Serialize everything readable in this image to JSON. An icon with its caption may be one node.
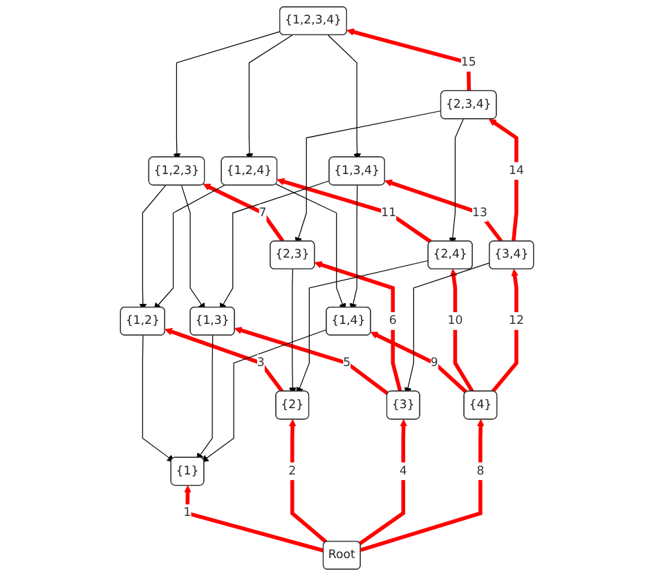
{
  "diagram": {
    "nodes": [
      {
        "text": [
          "{1,2,3,4}"
        ]
      },
      {
        "text": [
          "{1,2,3}"
        ]
      },
      {
        "text": [
          "{1,2,4}"
        ]
      },
      {
        "text": [
          "{1,3,4}"
        ]
      },
      {
        "text": [
          "{2,3,4}"
        ]
      },
      {
        "text": [
          "{1,2}"
        ]
      },
      {
        "text": [
          "{1,3}"
        ]
      },
      {
        "text": [
          "{2,3}"
        ]
      },
      {
        "text": [
          "{1,4}"
        ]
      },
      {
        "text": [
          "{2,4}"
        ]
      },
      {
        "text": [
          "{3,4}"
        ]
      },
      {
        "text": [
          "{1}"
        ]
      },
      {
        "text": [
          "{2}"
        ]
      },
      {
        "text": [
          "{3}"
        ]
      },
      {
        "text": [
          "{4}"
        ]
      },
      {
        "text": [
          "Root"
        ]
      }
    ],
    "edges": [
      {
        "from": 15,
        "to": 11,
        "arrow": "to",
        "label": "1",
        "style": "thick",
        "color": "#ff0000"
      },
      {
        "from": 15,
        "to": 12,
        "arrow": "to",
        "label": "2",
        "style": "thick",
        "color": "#ff0000"
      },
      {
        "from": 12,
        "to": 5,
        "arrow": "to",
        "label": "3",
        "style": "thick",
        "color": "#ff0000"
      },
      {
        "from": 15,
        "to": 13,
        "arrow": "to",
        "label": "4",
        "style": "thick",
        "color": "#ff0000"
      },
      {
        "from": 13,
        "to": 6,
        "arrow": "to",
        "label": "5",
        "style": "thick",
        "color": "#ff0000"
      },
      {
        "from": 13,
        "to": 7,
        "arrow": "to",
        "label": "6",
        "style": "thick",
        "color": "#ff0000"
      },
      {
        "from": 7,
        "to": 1,
        "arrow": "to",
        "label": "7",
        "style": "thick",
        "color": "#ff0000"
      },
      {
        "from": 15,
        "to": 14,
        "arrow": "to",
        "label": "8",
        "style": "thick",
        "color": "#ff0000"
      },
      {
        "from": 14,
        "to": 8,
        "arrow": "to",
        "label": "9",
        "style": "thick",
        "color": "#ff0000"
      },
      {
        "from": 14,
        "to": 9,
        "arrow": "to",
        "label": "10",
        "style": "thick",
        "color": "#ff0000"
      },
      {
        "from": 9,
        "to": 2,
        "arrow": "to",
        "label": "11",
        "style": "thick",
        "color": "#ff0000"
      },
      {
        "from": 14,
        "to": 10,
        "arrow": "to",
        "label": "12",
        "style": "thick",
        "color": "#ff0000"
      },
      {
        "from": 10,
        "to": 3,
        "arrow": "to",
        "label": "13",
        "style": "thick",
        "color": "#ff0000"
      },
      {
        "from": 10,
        "to": 4,
        "arrow": "to",
        "label": "14",
        "style": "thick",
        "color": "#ff0000"
      },
      {
        "from": 4,
        "to": 0,
        "arrow": "to",
        "label": "15",
        "style": "thick",
        "color": "#ff0000"
      },
      {
        "from": 0,
        "to": 1,
        "arrow": "to"
      },
      {
        "from": 0,
        "to": 2,
        "arrow": "to"
      },
      {
        "from": 0,
        "to": 3,
        "arrow": "to"
      },
      {
        "from": 1,
        "to": 5,
        "arrow": "to"
      },
      {
        "from": 1,
        "to": 6,
        "arrow": "to"
      },
      {
        "from": 2,
        "to": 5,
        "arrow": "to"
      },
      {
        "from": 2,
        "to": 8,
        "arrow": "to"
      },
      {
        "from": 3,
        "to": 6,
        "arrow": "to"
      },
      {
        "from": 3,
        "to": 8,
        "arrow": "to"
      },
      {
        "from": 4,
        "to": 7,
        "arrow": "to"
      },
      {
        "from": 4,
        "to": 9,
        "arrow": "to"
      },
      {
        "from": 5,
        "to": 11,
        "arrow": "to"
      },
      {
        "from": 6,
        "to": 11,
        "arrow": "to"
      },
      {
        "from": 8,
        "to": 11,
        "arrow": "to"
      },
      {
        "from": 7,
        "to": 12,
        "arrow": "to"
      },
      {
        "from": 9,
        "to": 12,
        "arrow": "to"
      },
      {
        "from": 10,
        "to": 13,
        "arrow": "to"
      }
    ]
  }
}
